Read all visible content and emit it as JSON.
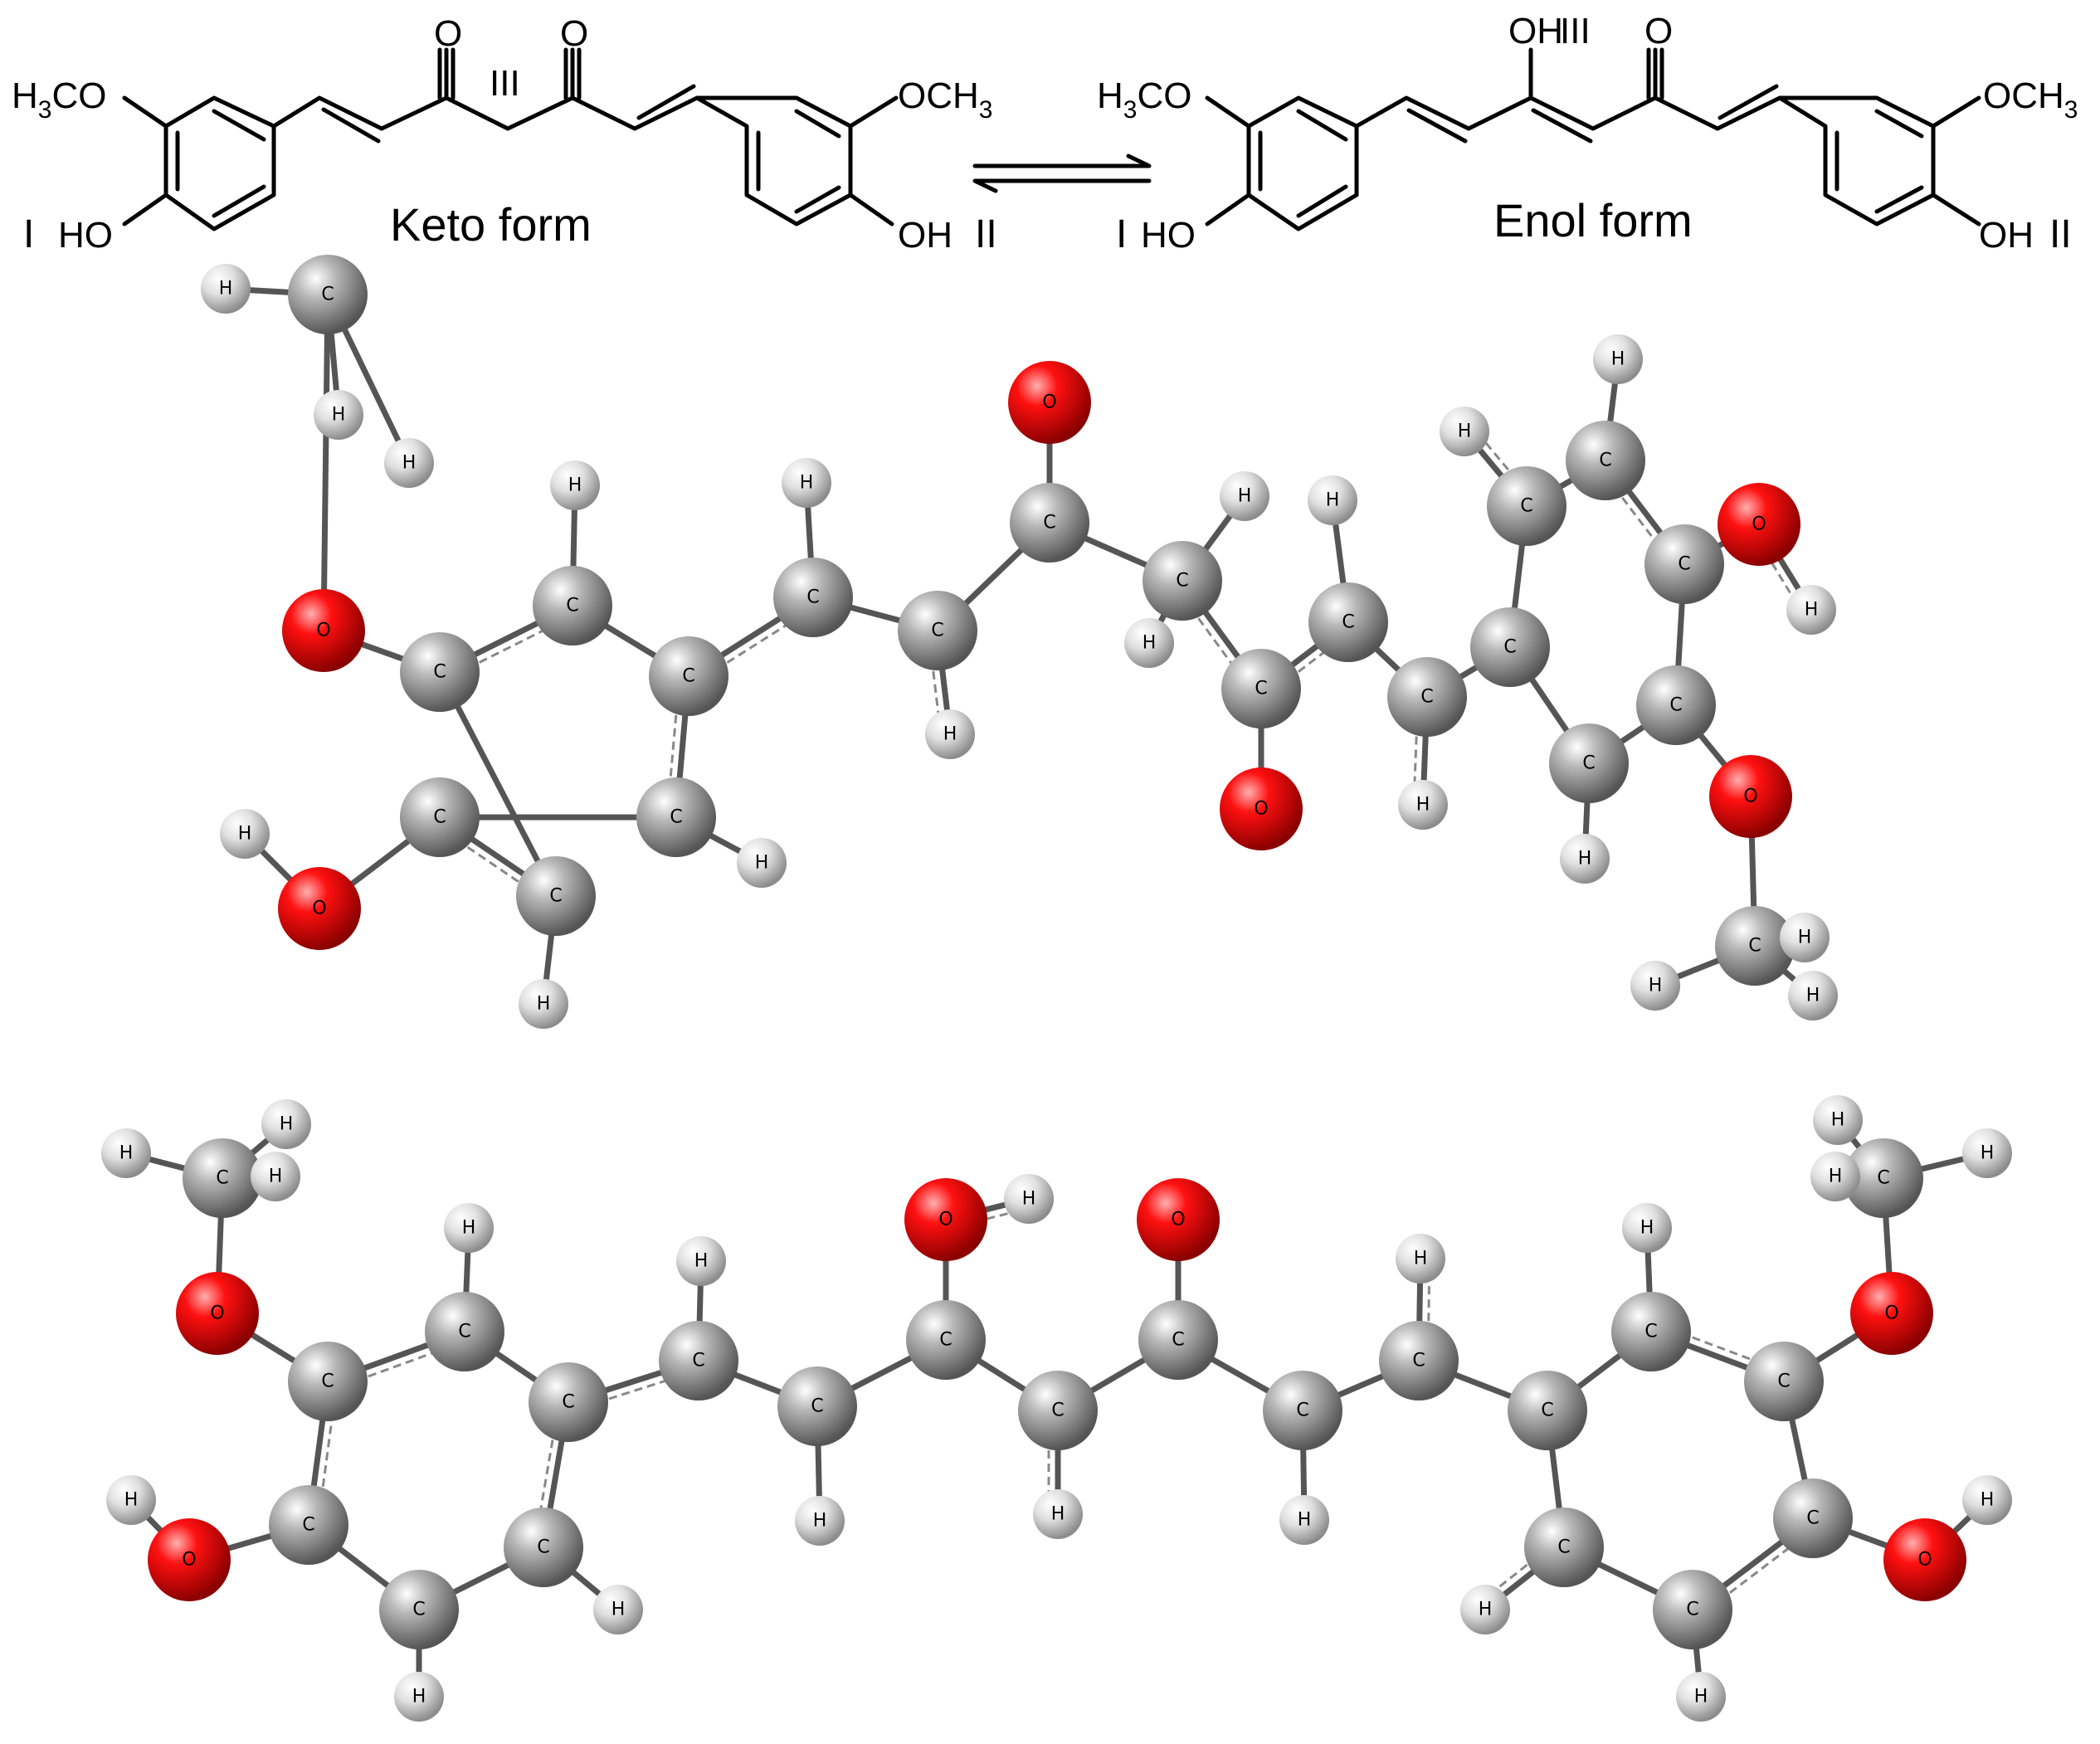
{
  "colors": {
    "oxygen": "#e00000",
    "carbon": "#8a8a8a",
    "hydrogen": "#e8e8e8",
    "bond": "#555555",
    "skeleton": "#000000"
  },
  "keto": {
    "title": "Keto form",
    "methoxy_left_main": "H",
    "methoxy_left_sub": "3",
    "methoxy_left_rest": "CO",
    "methoxy_right_main": "OCH",
    "methoxy_right_sub": "3",
    "hydroxy_left": "HO",
    "hydroxy_right": "OH",
    "carbonyl_left": "O",
    "carbonyl_right": "O",
    "ring_label_left": "I",
    "ring_label_right": "II",
    "center_label": "III"
  },
  "enol": {
    "title": "Enol form",
    "methoxy_left_main": "H",
    "methoxy_left_sub": "3",
    "methoxy_left_rest": "CO",
    "methoxy_right_main": "OCH",
    "methoxy_right_sub": "3",
    "hydroxy_left": "HO",
    "hydroxy_right": "OH",
    "enol_oh": "OH",
    "carbonyl": "O",
    "ring_label_left": "I",
    "ring_label_right": "II",
    "center_label": "III"
  },
  "atom_labels": {
    "C": "C",
    "O": "O",
    "H": "H"
  }
}
